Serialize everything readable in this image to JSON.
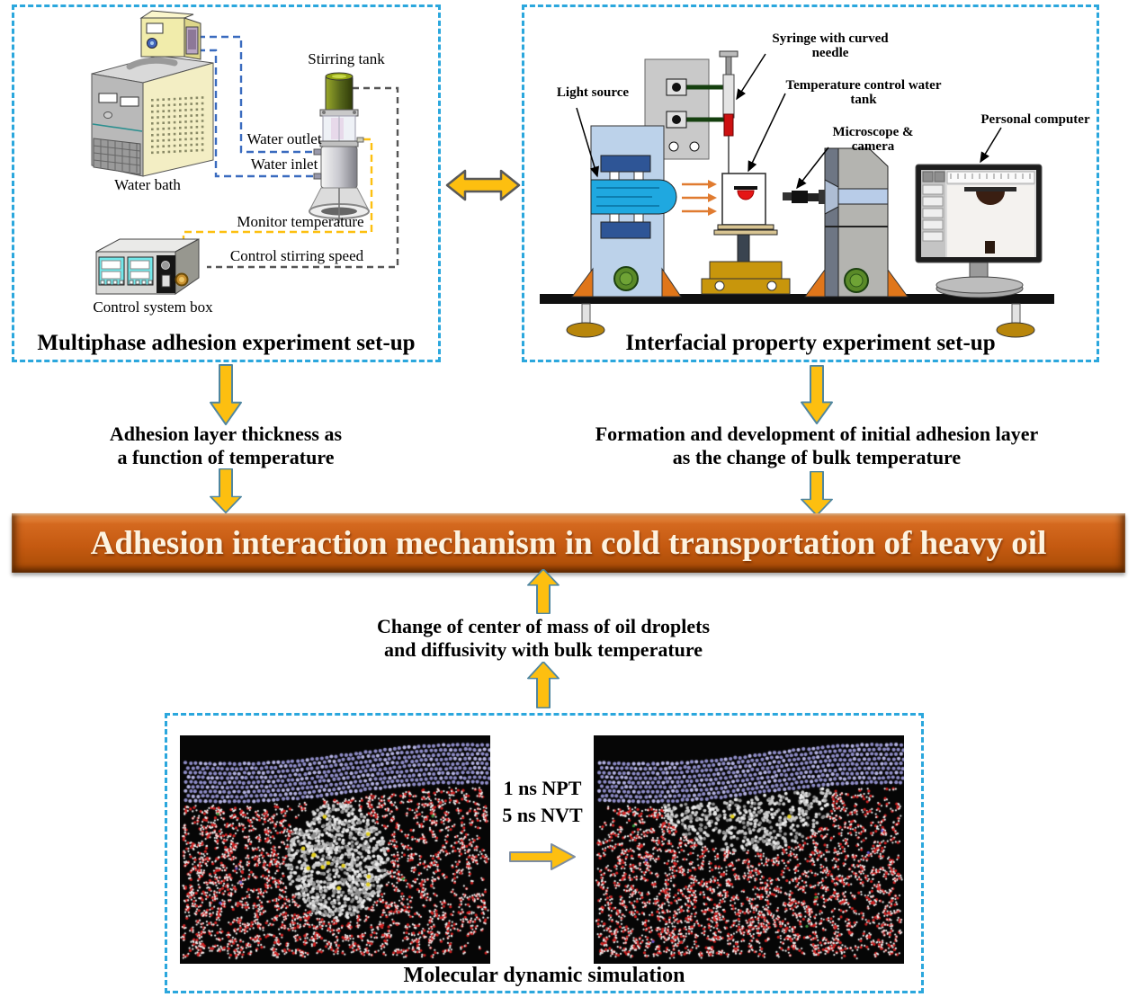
{
  "colors": {
    "panel_border": "#2ba7dd",
    "arrow_fill": "#fdbf10",
    "arrow_stroke": "#4f86a0",
    "double_arrow_stroke": "#595959",
    "banner_fill": "#c55a11",
    "banner_text_color": "#fdf3e0",
    "connector_blue": "#3a6bbf",
    "connector_yellow": "#fdc010",
    "connector_grey": "#555555"
  },
  "panel_multiphase": {
    "title": "Multiphase adhesion experiment set-up",
    "water_bath": "Water bath",
    "stirring_tank": "Stirring tank",
    "water_outlet": "Water outlet",
    "water_inlet": "Water inlet",
    "monitor_temperature": "Monitor temperature",
    "control_stirring_speed": "Control stirring speed",
    "control_system_box": "Control system box"
  },
  "panel_interfacial": {
    "title": "Interfacial property experiment set-up",
    "light_source": "Light source",
    "syringe": "Syringe with curved needle",
    "water_tank": "Temperature control water tank",
    "microscope": "Microscope & camera",
    "computer": "Personal computer"
  },
  "outcomes": {
    "left": [
      "Adhesion layer thickness as",
      "a function of temperature"
    ],
    "right": [
      "Formation and development of initial adhesion layer",
      "as the change of bulk temperature"
    ],
    "bottom": [
      "Change of center of mass of oil droplets",
      "and diffusivity with bulk temperature"
    ]
  },
  "banner": {
    "text": "Adhesion interaction mechanism in cold transportation of heavy oil"
  },
  "panel_md": {
    "title": "Molecular dynamic simulation",
    "steps": [
      "1 ns NPT",
      "5 ns NVT"
    ]
  },
  "md_colors": {
    "background": "#060606",
    "wall": "#8f8dc8",
    "wall_light": "#b4b2e2",
    "water_red": "#cf1f1f",
    "water_white": "#f2f2f2",
    "oil": "#c9c9c9",
    "oil_light": "#ececec",
    "oil_dark": "#8f8f8f",
    "marker_yellow": "#e3cf1e"
  }
}
